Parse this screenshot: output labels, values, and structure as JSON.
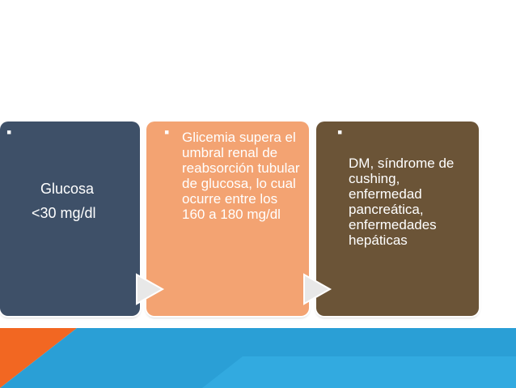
{
  "colors": {
    "card_1": "#3e5068",
    "card_2": "#f3a372",
    "card_3": "#6b5437",
    "arrow_fill": "#e8e8e8",
    "bg_orange": "#f26722",
    "bg_blue": "#2a9fd6"
  },
  "cards": [
    {
      "bullet": "▪",
      "lines": [
        "Glucosa",
        "<30 mg/dl"
      ]
    },
    {
      "bullet": "▪",
      "text": "Glicemia supera el umbral renal de reabsorción tubular de glucosa, lo cual ocurre entre los 160 a 180 mg/dl"
    },
    {
      "bullet": "▪",
      "text": "DM, síndrome de cushing, enfermedad pancreática, enfermedades hepáticas"
    }
  ],
  "arrows": [
    "chevron-right-icon",
    "chevron-right-icon"
  ]
}
